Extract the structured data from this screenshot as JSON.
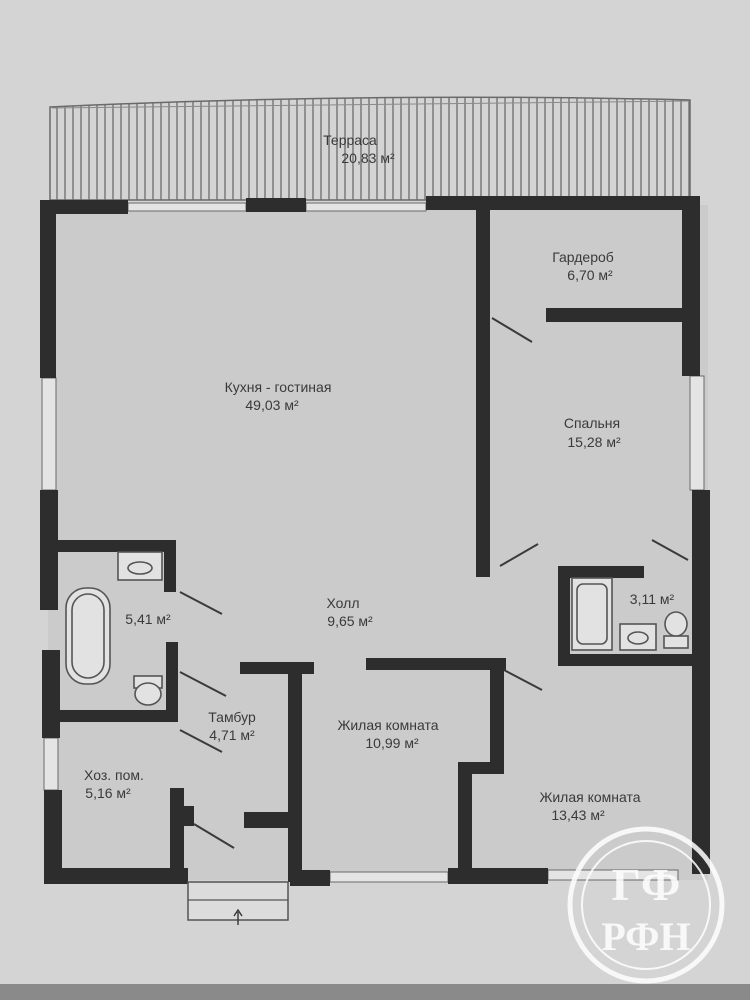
{
  "colors": {
    "background": "#d6d6d6",
    "floor": "#cdcdcd",
    "wall": "#2d2d2d",
    "line": "#6a6a6a",
    "text": "#3a3a3a",
    "watermark": "#ffffff"
  },
  "rooms": {
    "terrace": {
      "name": "Терраса",
      "area": "20,83 м²"
    },
    "wardrobe": {
      "name": "Гардероб",
      "area": "6,70 м²"
    },
    "kitchen_living": {
      "name": "Кухня - гостиная",
      "area": "49,03 м²"
    },
    "bedroom": {
      "name": "Спальня",
      "area": "15,28 м²"
    },
    "bathroom_left": {
      "area": "5,41 м²"
    },
    "hall": {
      "name": "Холл",
      "area": "9,65 м²"
    },
    "bathroom_right": {
      "area": "3,11 м²"
    },
    "vestibule": {
      "name": "Тамбур",
      "area": "4,71 м²"
    },
    "living_room_1": {
      "name": "Жилая комната",
      "area": "10,99 м²"
    },
    "utility": {
      "name": "Хоз. пом.",
      "area": "5,16 м²"
    },
    "living_room_2": {
      "name": "Жилая комната",
      "area": "13,43 м²"
    }
  },
  "watermark": {
    "line1": "ГФ",
    "line2": "РФН"
  }
}
